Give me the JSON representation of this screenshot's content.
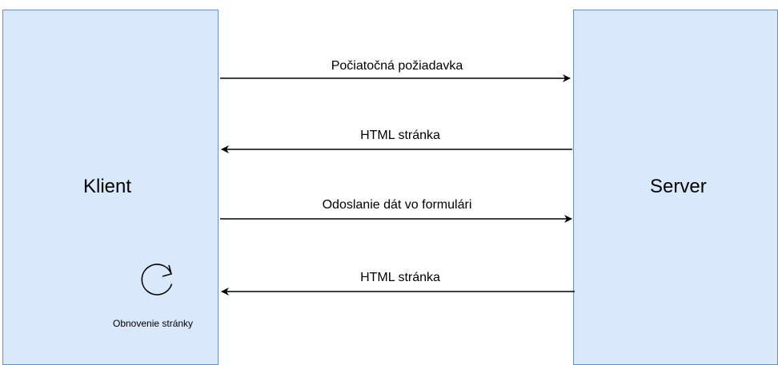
{
  "client": {
    "label": "Klient"
  },
  "server": {
    "label": "Server"
  },
  "messages": [
    {
      "label": "Počiatočná požiadavka",
      "direction": "to-server"
    },
    {
      "label": "HTML stránka",
      "direction": "to-client"
    },
    {
      "label": "Odoslanie dát vo formulári",
      "direction": "to-server"
    },
    {
      "label": "HTML stránka",
      "direction": "to-client"
    }
  ],
  "refresh": {
    "label": "Obnovenie stránky",
    "icon": "refresh-icon"
  },
  "colors": {
    "box_fill": "#dae8fc",
    "box_border": "#6c8ebf",
    "arrow": "#000000"
  }
}
